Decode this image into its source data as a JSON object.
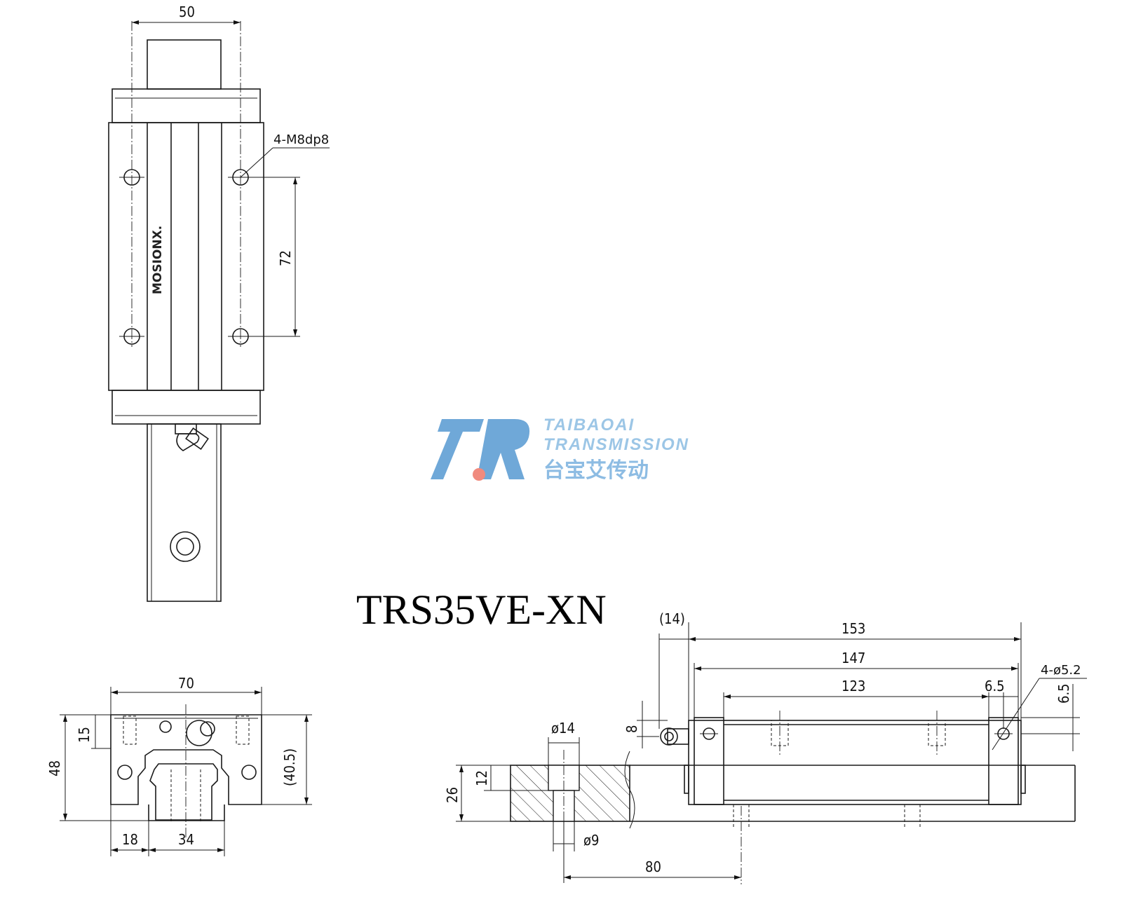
{
  "title": "TRS35VE-XN",
  "brand_mark": "MOSIONX.",
  "watermark": {
    "line1": "TAIBAOAI",
    "line2": "TRANSMISSION",
    "line3": "台宝艾传动",
    "colors": {
      "blue": "#6fa8d8",
      "dot": "#f08a7e"
    }
  },
  "top_view": {
    "width_dim": "50",
    "hole_pitch_dim": "72",
    "hole_callout": "4-M8dp8"
  },
  "front_view": {
    "width_dim": "70",
    "height_dim": "48",
    "top_dim": "15",
    "rail_height_dim": "(40.5)",
    "side_dim": "18",
    "rail_width_dim": "34"
  },
  "side_view": {
    "overall_dim": "153",
    "body_dim": "147",
    "hole_pitch_dim": "123",
    "nipple_dim": "(14)",
    "edge_dim": "6.5",
    "edge_dim_v": "6.5",
    "hole_callout": "4-ø5.2",
    "nipple_height_dim": "8",
    "counterbore_dim": "ø14",
    "counterbore_depth_dim": "12",
    "rail_height_dim": "26",
    "bolt_hole_dim": "ø9",
    "rail_pitch_dim": "80"
  }
}
